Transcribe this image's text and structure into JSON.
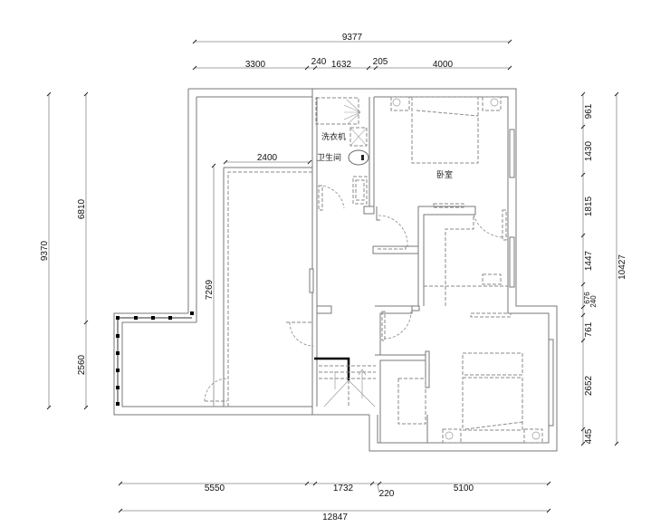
{
  "plan": {
    "rooms": {
      "bathroom": "卫生间",
      "washing_machine": "洗衣机",
      "bedroom_top": "卧室"
    },
    "dimensions": {
      "top_overall": "9377",
      "top_segments": [
        "3300",
        "240",
        "1632",
        "205",
        "4000"
      ],
      "bottom_segments": [
        "5550",
        "1732",
        "220",
        "5100"
      ],
      "bottom_overall": "12847",
      "left_overall": "9370",
      "left_segments": [
        "6810",
        "2560"
      ],
      "right_overall": "10427",
      "right_segments": [
        "961",
        "1430",
        "1815",
        "1447",
        "676",
        "240",
        "761",
        "2652",
        "445"
      ],
      "inner_width": "2400",
      "inner_height": "7269"
    },
    "colors": {
      "wall": "#777777",
      "dimension_line": "#888888",
      "text": "#111111",
      "stair_highlight": "#000000"
    }
  }
}
